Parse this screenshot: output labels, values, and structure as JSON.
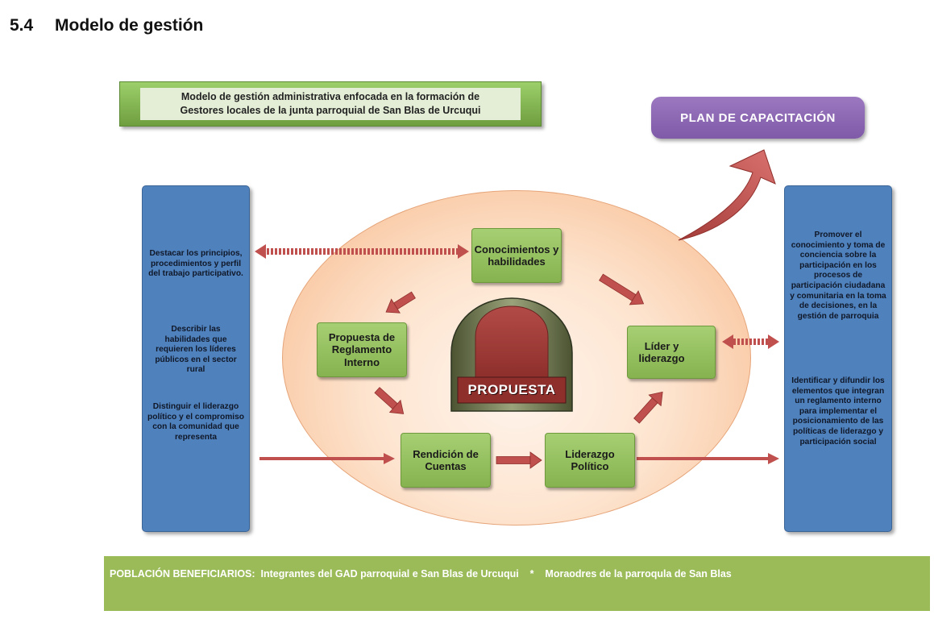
{
  "heading": {
    "number": "5.4",
    "title": "Modelo de gestión"
  },
  "banner": {
    "line1": "Modelo de gestión administrativa enfocada en la formación de",
    "line2": "Gestores locales de la junta parroquial de San Blas de Urcuqui"
  },
  "plan_label": "PLAN DE CAPACITACIÓN",
  "left_panel": {
    "p1": "Destacar los principios, procedimientos y perfil del trabajo participativo.",
    "p2": "Describir las habilidades que requieren los líderes públicos en el sector rural",
    "p3": "Distinguir el liderazgo político y el compromiso con la comunidad que representa"
  },
  "right_panel": {
    "p1": "Promover el conocimiento y toma de conciencia sobre la participación en los procesos de participación ciudadana y comunitaria en la toma de decisiones, en la gestión de parroquia",
    "p2": "Identificar y difundir los elementos que integran un reglamento interno para implementar el posicionamiento de las políticas de liderazgo y participación social"
  },
  "nodes": {
    "conocimientos": "Conocimientos y habilidades",
    "propuesta_reglamento": "Propuesta de Reglamento Interno",
    "rendicion": "Rendición de Cuentas",
    "liderazgo_politico": "Liderazgo Político",
    "lider": "Líder y liderazgo"
  },
  "center_label": "PROPUESTA",
  "footer": {
    "label": "POBLACIÓN BENEFICIARIOS:",
    "item1": "Integrantes del GAD parroquial e San Blas de Urcuqui",
    "separator": "*",
    "item2": "Moraodres de la parroqula de San Blas"
  },
  "colors": {
    "green": "#9bbb59",
    "blue": "#4f81bd",
    "purple": "#8064a2",
    "arrow": "#c0504d",
    "peach": "#fbd4b4",
    "maroon": "#953735"
  }
}
